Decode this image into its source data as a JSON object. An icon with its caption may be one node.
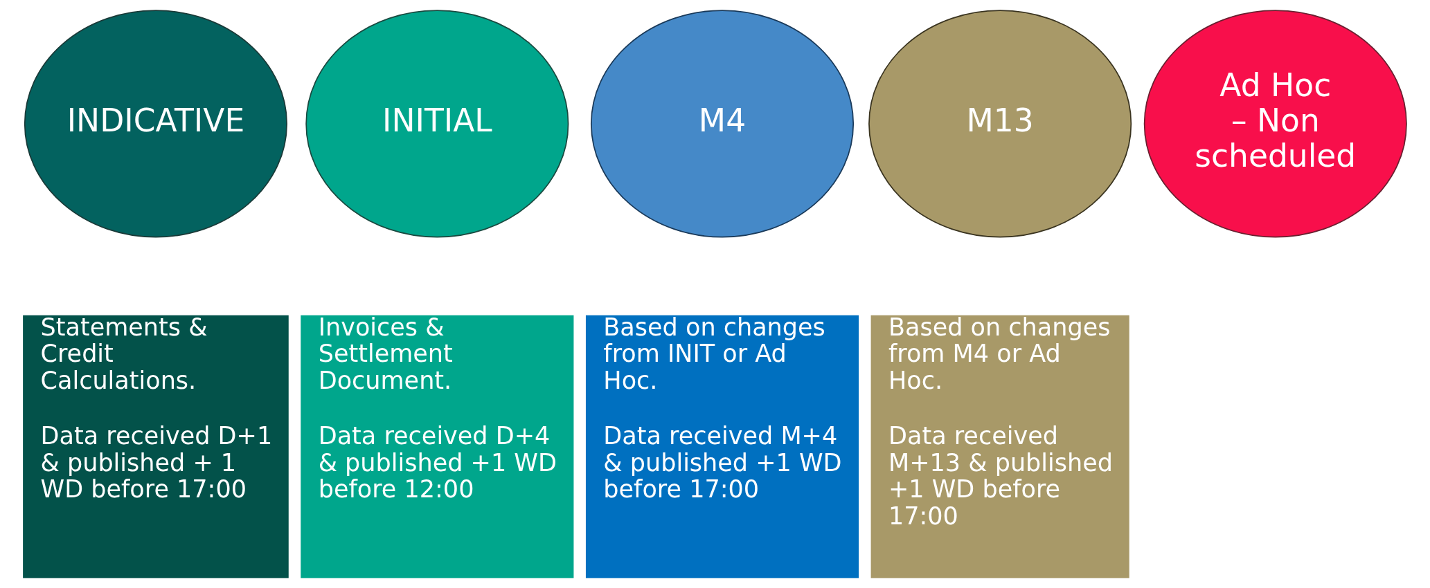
{
  "diagram": {
    "nodes": [
      {
        "text": [
          "INDICATIVE"
        ]
      },
      {
        "text": [
          "INITIAL"
        ]
      },
      {
        "text": [
          "M4"
        ]
      },
      {
        "text": [
          "M13"
        ]
      },
      {
        "text": [
          "Ad Hoc – Non scheduled"
        ]
      },
      {
        "text": [
          "Statements & Credit Calculations.",
          "Data received D+1 & published + 1 WD before 17:00"
        ]
      },
      {
        "text": [
          "Invoices & Settlement Document.",
          "Data received D+4 & published +1 WD before 12:00"
        ]
      },
      {
        "text": [
          "Based on changes from INIT or Ad Hoc.",
          "Data received M+4 & published +1 WD before 17:00"
        ]
      },
      {
        "text": [
          "Based on changes from M4 or Ad Hoc.",
          "Data received M+13 & published +1 WD before 17:00"
        ]
      }
    ],
    "edges": []
  }
}
